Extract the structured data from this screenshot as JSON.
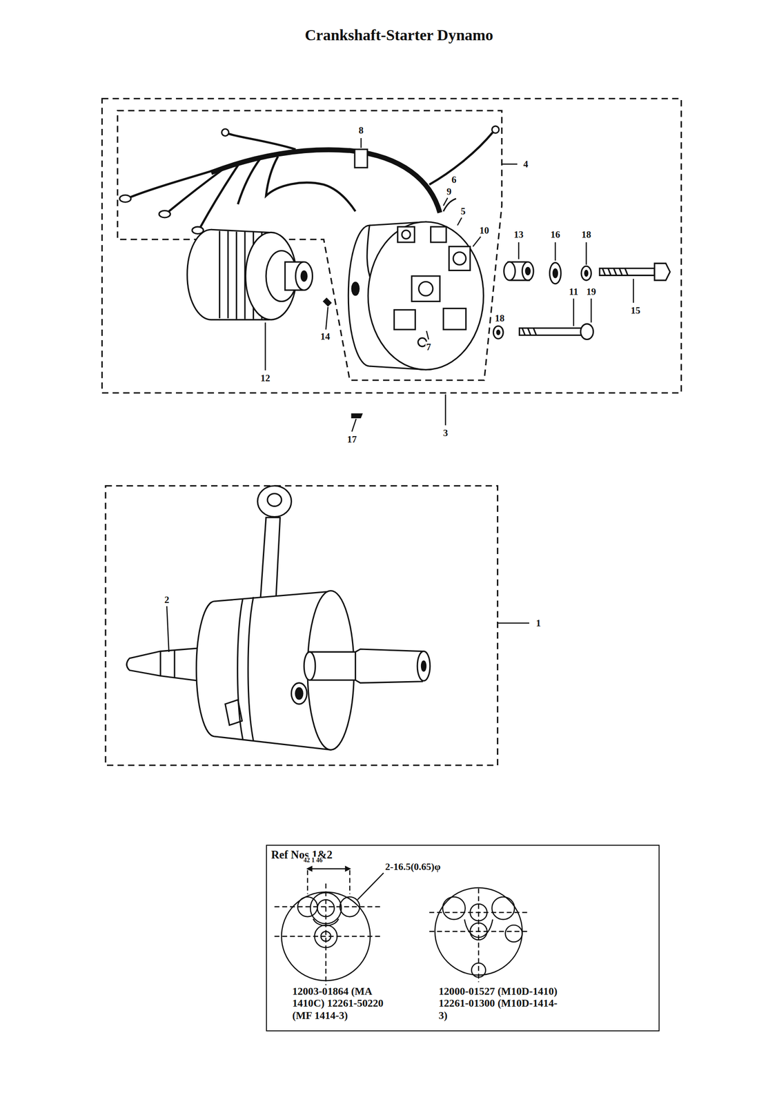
{
  "diagram": {
    "title": "Crankshaft-Starter Dynamo",
    "nodes": [
      {
        "text": [
          "Ref Nos.1&2",
          "42 1 46",
          "2-16.5(0.65)φ",
          "12003-01864 (MA 1410C) 12261-50220 (MF 1414-3)",
          "12000-01527 (M10D-1410) 12261-01300 (M10D-1414-3)"
        ]
      }
    ],
    "labels": [
      "8",
      "4",
      "6",
      "9",
      "5",
      "10",
      "13",
      "16",
      "18",
      "11",
      "19",
      "15",
      "18",
      "7",
      "14",
      "12",
      "17",
      "3",
      "2",
      "1"
    ]
  }
}
